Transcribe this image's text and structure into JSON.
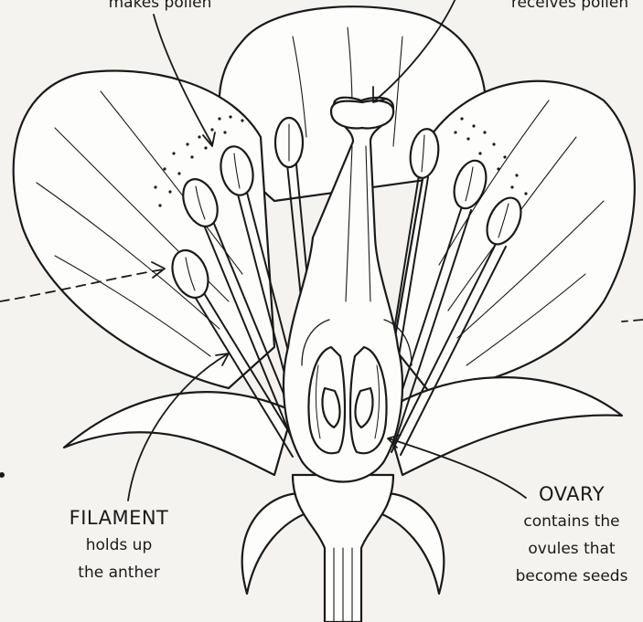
{
  "labels": {
    "stamen_note": {
      "text": "makes pollen"
    },
    "pistil_note": {
      "text": "receives pollen"
    },
    "filament": {
      "title": "FILAMENT",
      "lines": [
        "holds up",
        "the anther"
      ]
    },
    "ovary": {
      "title": "OVARY",
      "lines": [
        "contains the",
        "ovules that",
        "become seeds"
      ]
    }
  },
  "colors": {
    "ink": "#1a1a1a",
    "paper": "#f4f3ef",
    "fill": "#ffffff"
  }
}
